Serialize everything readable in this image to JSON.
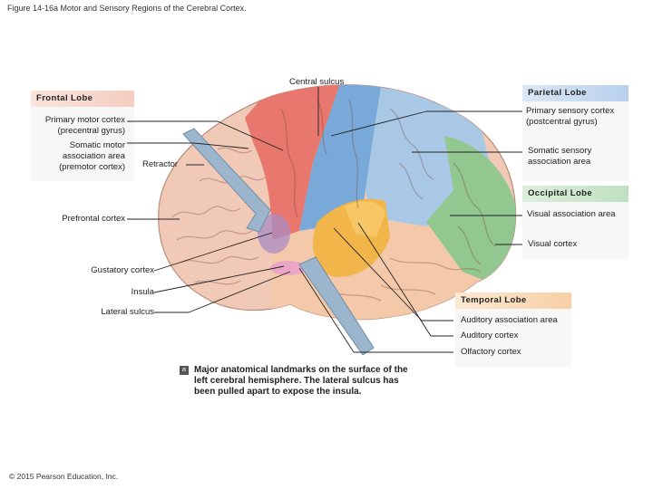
{
  "figure_title": "Figure 14-16a Motor and Sensory Regions of the Cerebral Cortex.",
  "headers": {
    "frontal": "Frontal Lobe",
    "parietal": "Parietal Lobe",
    "occipital": "Occipital Lobe",
    "temporal": "Temporal Lobe"
  },
  "labels": {
    "central_sulcus": "Central sulcus",
    "primary_motor_1": "Primary motor cortex",
    "primary_motor_2": "(precentral gyrus)",
    "somatic_motor_1": "Somatic motor",
    "somatic_motor_2": "association area",
    "somatic_motor_3": "(premotor cortex)",
    "retractor": "Retractor",
    "prefrontal": "Prefrontal cortex",
    "gustatory": "Gustatory cortex",
    "insula": "Insula",
    "lateral_sulcus": "Lateral sulcus",
    "primary_sensory_1": "Primary sensory cortex",
    "primary_sensory_2": "(postcentral gyrus)",
    "somatic_sensory_1": "Somatic sensory",
    "somatic_sensory_2": "association area",
    "visual_association": "Visual association area",
    "visual_cortex": "Visual cortex",
    "auditory_association": "Auditory association area",
    "auditory_cortex": "Auditory cortex",
    "olfactory_cortex": "Olfactory cortex"
  },
  "caption": {
    "badge": "a",
    "text": "Major anatomical landmarks on the surface of the left cerebral hemisphere. The lateral sulcus has been pulled apart to expose the insula."
  },
  "copyright": "© 2015 Pearson Education, Inc.",
  "colors": {
    "frontal": "#f1c9b7",
    "motor": "#e8776d",
    "sensory": "#79a9d8",
    "parietal": "#a9c8e6",
    "occipital": "#93c790",
    "temporal": "#f4c9a9",
    "auditory": "#f2b54a",
    "retractor": "#9bb6cc",
    "insula": "#a98bc4",
    "gustatory": "#e9a2c6"
  }
}
